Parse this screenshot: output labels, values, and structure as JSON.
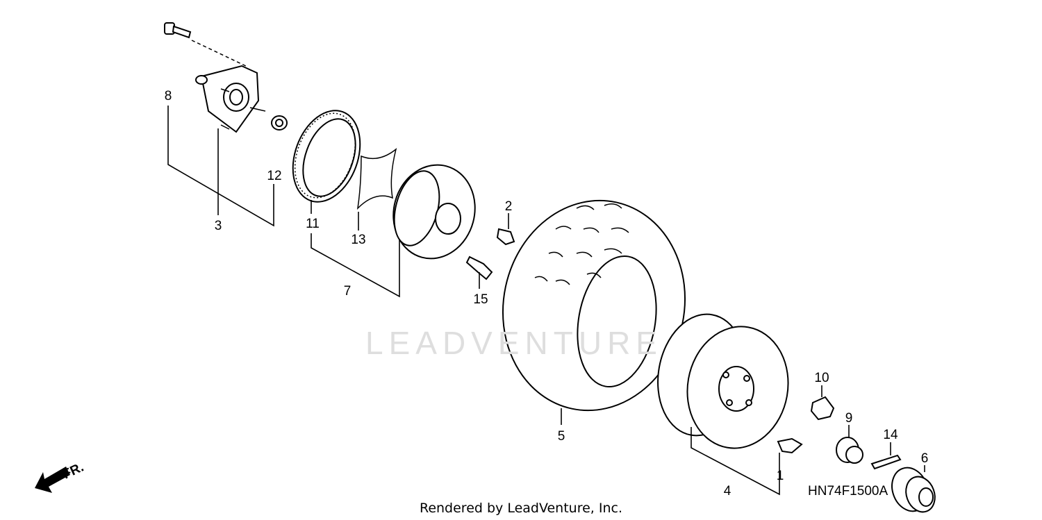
{
  "diagram": {
    "callouts": {
      "c1": "1",
      "c2": "2",
      "c3": "3",
      "c4": "4",
      "c5": "5",
      "c6": "6",
      "c7": "7",
      "c8": "8",
      "c9": "9",
      "c10": "10",
      "c11": "11",
      "c12": "12",
      "c13": "13",
      "c14": "14",
      "c15": "15"
    },
    "diagram_code": "HN74F1500A",
    "direction_label": "FR.",
    "watermark": "LEADVENTURE",
    "footer": "Rendered by LeadVenture, Inc."
  }
}
